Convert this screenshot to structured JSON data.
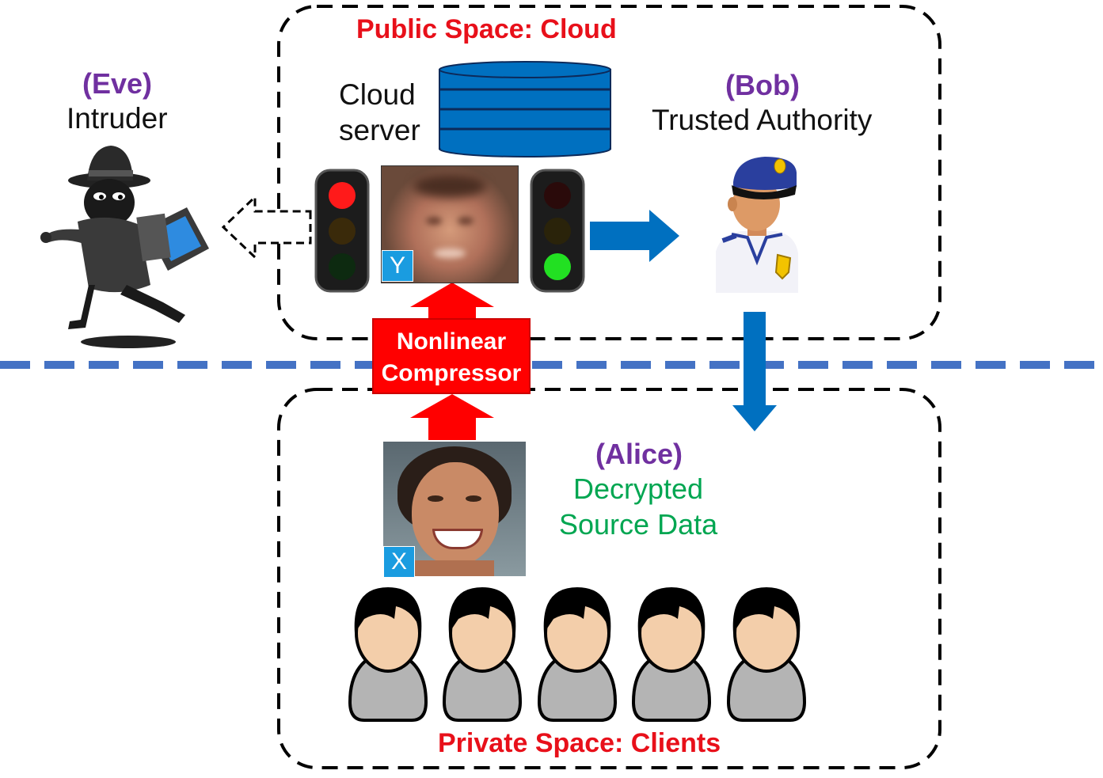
{
  "public_space": {
    "label": "Public Space: Cloud"
  },
  "private_space": {
    "label": "Private Space: Clients"
  },
  "eve": {
    "name": "(Eve)",
    "role": "Intruder"
  },
  "bob": {
    "name": "(Bob)",
    "role": "Trusted Authority"
  },
  "alice": {
    "name": "(Alice)",
    "desc_line1": "Decrypted",
    "desc_line2": "Source Data"
  },
  "cloud_server": {
    "line1": "Cloud",
    "line2": "server"
  },
  "compressor": {
    "line1": "Nonlinear",
    "line2": "Compressor"
  },
  "tags": {
    "encrypted": "Y",
    "source": "X"
  },
  "icons": {
    "database": "database-icon",
    "traffic_red": "traffic-light-red-icon",
    "traffic_green": "traffic-light-green-icon",
    "intruder": "intruder-icon",
    "officer": "police-officer-icon",
    "clients": "client-person-icon"
  },
  "colors": {
    "region_label": "#e8101a",
    "actor_name": "#7030a0",
    "alice_desc": "#00a651",
    "arrow_blue": "#0070c0",
    "arrow_red": "#ff0000",
    "divider": "#4472c4"
  }
}
